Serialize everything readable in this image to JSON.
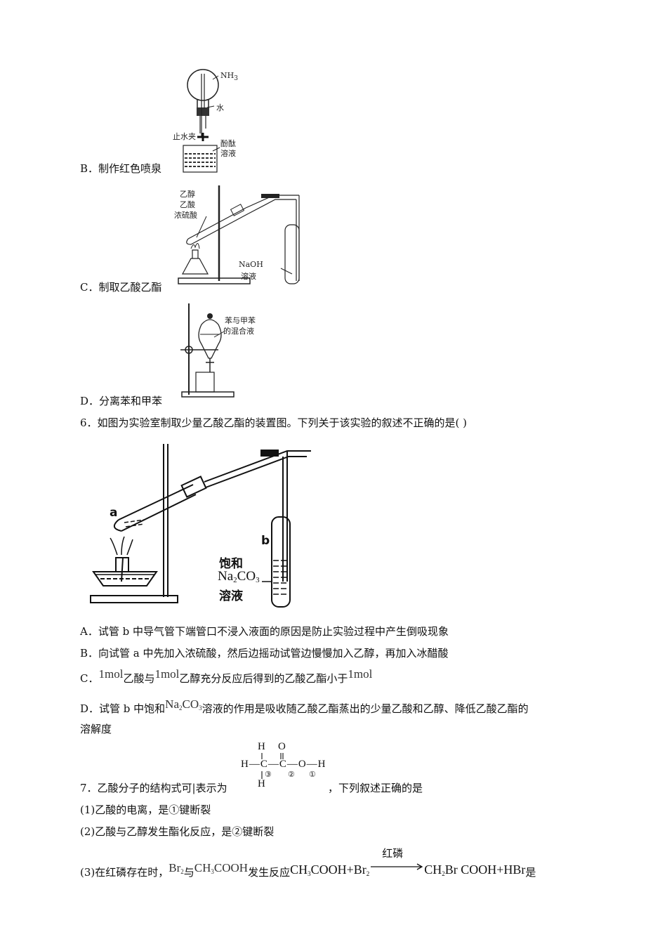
{
  "question5_options": {
    "B": {
      "label": "B．制作红色喷泉",
      "figure": {
        "nh3": "NH",
        "nh3_sub": "3",
        "water": "水",
        "clamp": "止水夹",
        "phenol_1": "酚酞",
        "phenol_2": "溶液"
      }
    },
    "C": {
      "label": "C．制取乙酸乙酯",
      "figure": {
        "reagent_1": "乙醇",
        "reagent_2": "乙酸",
        "reagent_3": "浓硫酸",
        "naoh": "NaOH",
        "solution": "溶液"
      }
    },
    "D": {
      "label": "D．分离苯和甲苯",
      "figure": {
        "mix_1": "苯与甲苯",
        "mix_2": "的混合液"
      }
    }
  },
  "question6": {
    "stem": "6．如图为实验室制取少量乙酸乙酯的装置图。下列关于该实验的叙述不正确的是(   )",
    "figure": {
      "label_a": "a",
      "label_b": "b",
      "sat": "饱和",
      "na": "Na",
      "na_sub": "2",
      "co": "CO",
      "co_sub": "3",
      "solution": "溶液"
    },
    "options": {
      "A": "A．试管 b 中导气管下端管口不浸入液面的原因是防止实验过程中产生倒吸现象",
      "B": "B．向试管 a 中先加入浓硫酸，然后边摇动试管边慢慢加入乙醇，再加入冰醋酸",
      "C": {
        "prefix": "C．",
        "mol1": "1mol",
        "t1": "乙酸与",
        "mol2": "1mol",
        "t2": "乙醇充分反应后得到的乙酸乙酯小于",
        "mol3": "1mol"
      },
      "D": {
        "prefix": "D．试管 b 中饱和",
        "formula_na": "Na",
        "formula_na_sub": "2",
        "formula_co": "CO",
        "formula_co_sub": "3",
        "t1": "溶液的作用是吸收随乙酸乙酯蒸出的少量乙酸和乙醇、降低乙酸乙酯的",
        "t2": "溶解度"
      }
    }
  },
  "question7": {
    "stem_prefix": "7．乙酸分子的结构式可|表示为",
    "stem_suffix": "，下列叙述正确的是",
    "structure": {
      "h_top": "H",
      "o_top": "O",
      "row": "H—C—C—O—H",
      "h_bottom": "H",
      "bond3": "③",
      "bond2": "②",
      "bond1": "①"
    },
    "items": {
      "1": "(1)乙酸的电离，是①键断裂",
      "2": "(2)乙酸与乙醇发生酯化反应，是②键断裂",
      "3": {
        "prefix": "(3)在红磷存在时，",
        "br": "Br",
        "br_sub": "2",
        "with": "与",
        "ch3cooh_a": "CH",
        "ch3cooh_sub": "3",
        "ch3cooh_b": "COOH",
        "react": "发生反应",
        "eq_left": "CH",
        "eq_left_sub": "3",
        "eq_left_b": "COOH+Br",
        "eq_left_sub2": "2",
        "catalyst": "红磷",
        "eq_right": "CH",
        "eq_right_sub": "2",
        "eq_right_b": "Br COOH+HBr",
        "suffix": "是"
      }
    }
  }
}
